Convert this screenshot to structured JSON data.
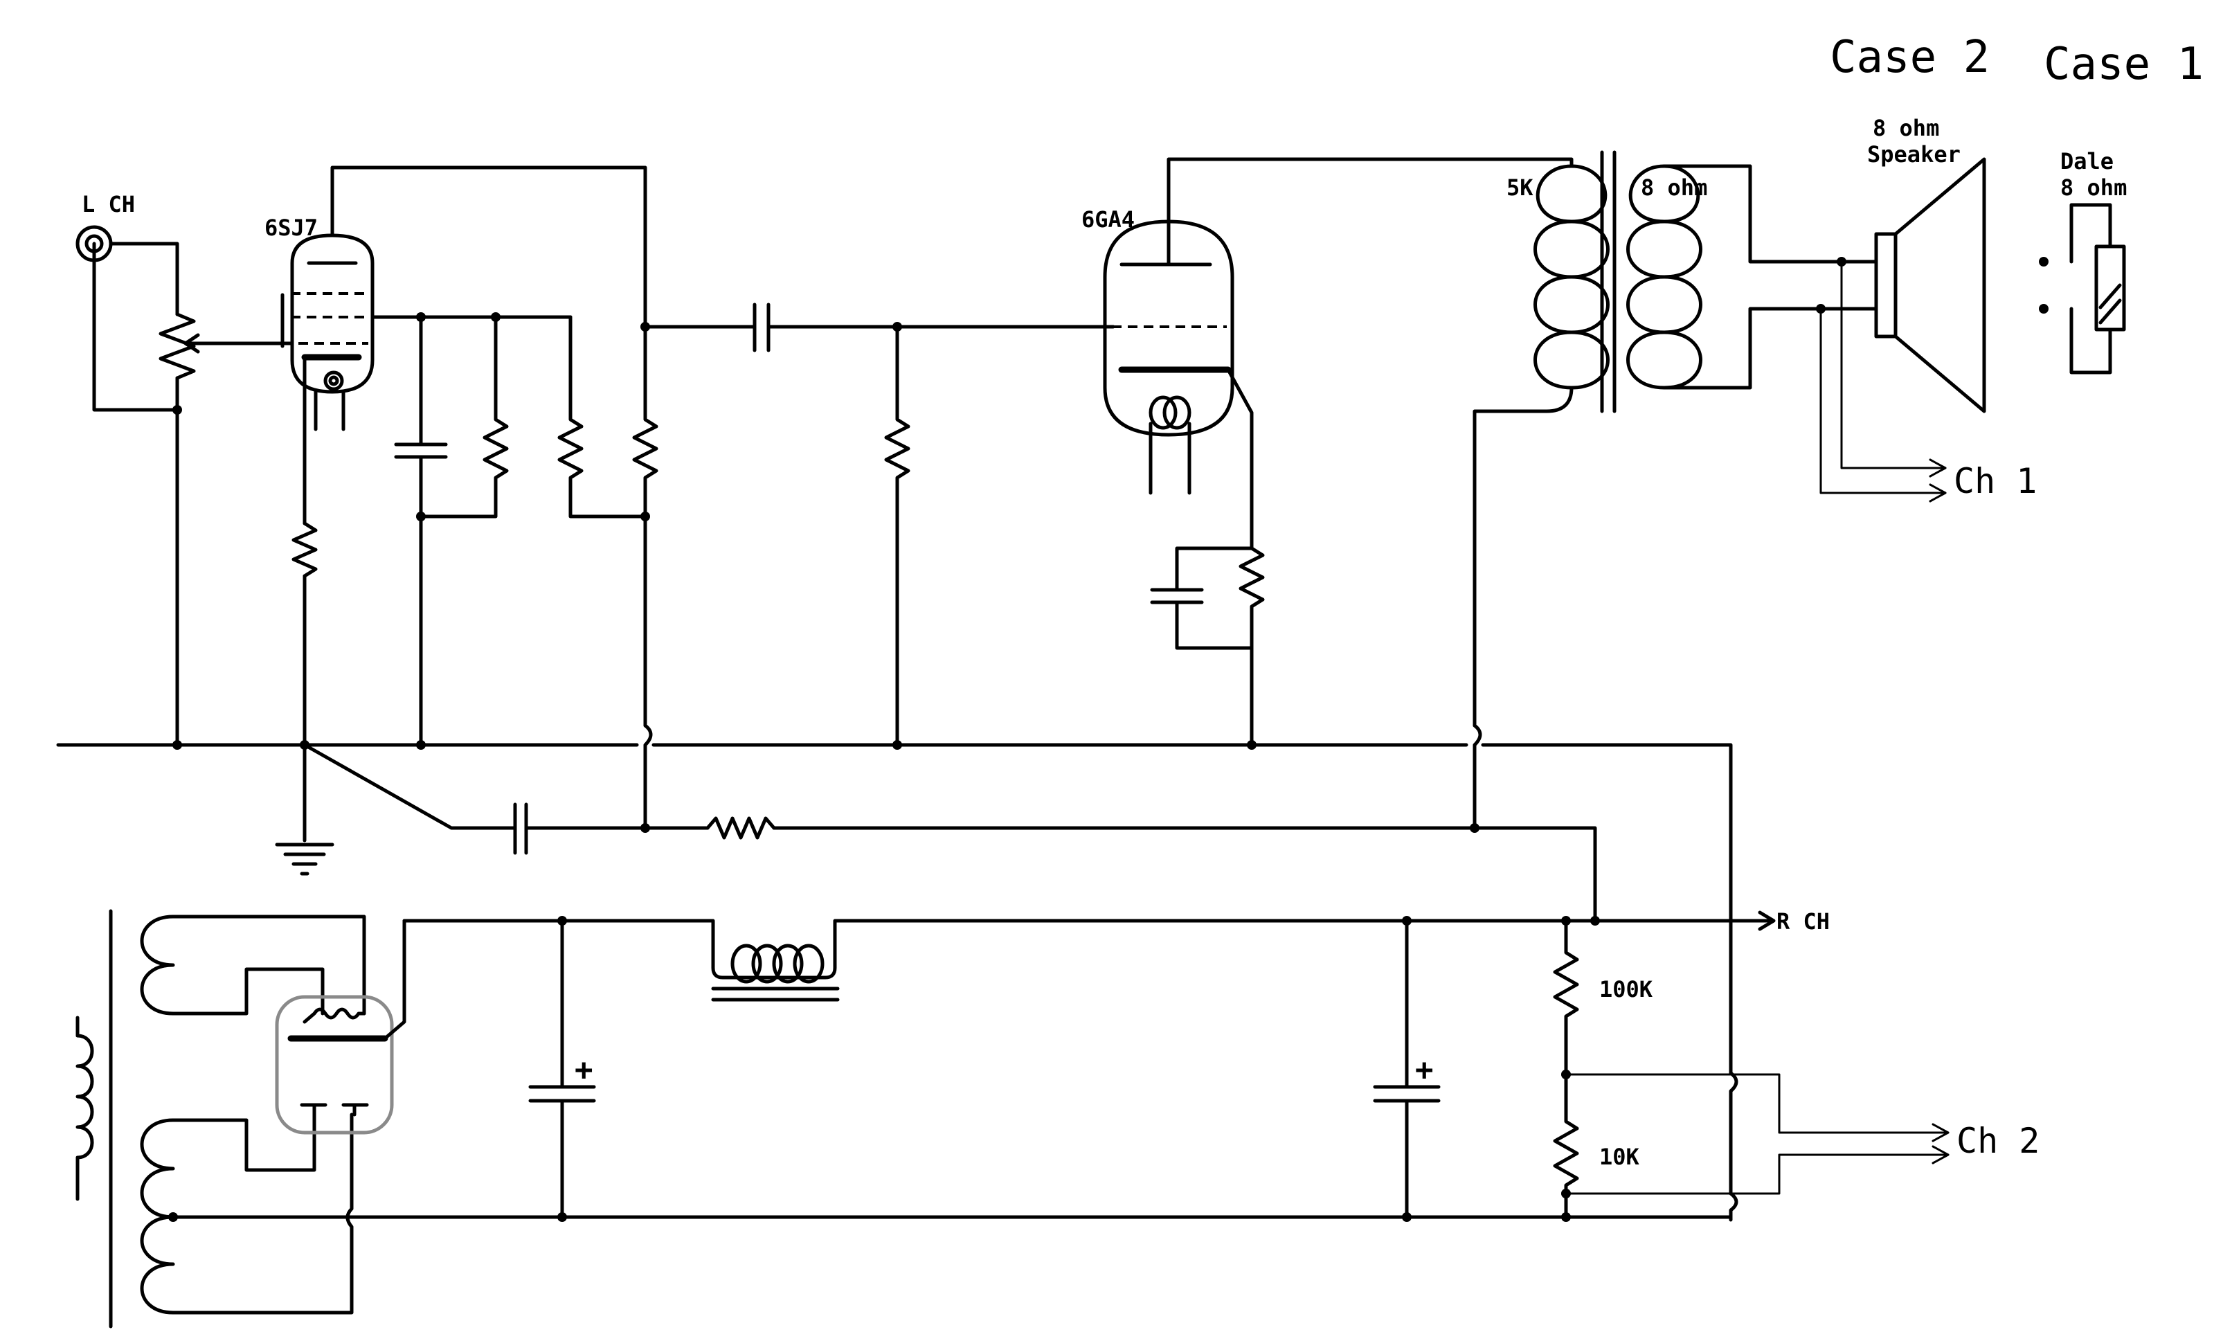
{
  "labels": {
    "case2": "Case 2",
    "case1": "Case 1",
    "speaker_line1": "8 ohm",
    "speaker_line2": "Speaker",
    "dale_line1": "Dale",
    "dale_line2": "8 ohm",
    "input_left": "L CH",
    "tube_6sj7": "6SJ7",
    "tube_6ga4": "6GA4",
    "primary": "5K",
    "secondary": "8 ohm",
    "ch1": "Ch 1",
    "ch2": "Ch 2",
    "right_channel": "R CH",
    "r100k": "100K",
    "r10k": "10K",
    "cap_plus": "+"
  }
}
